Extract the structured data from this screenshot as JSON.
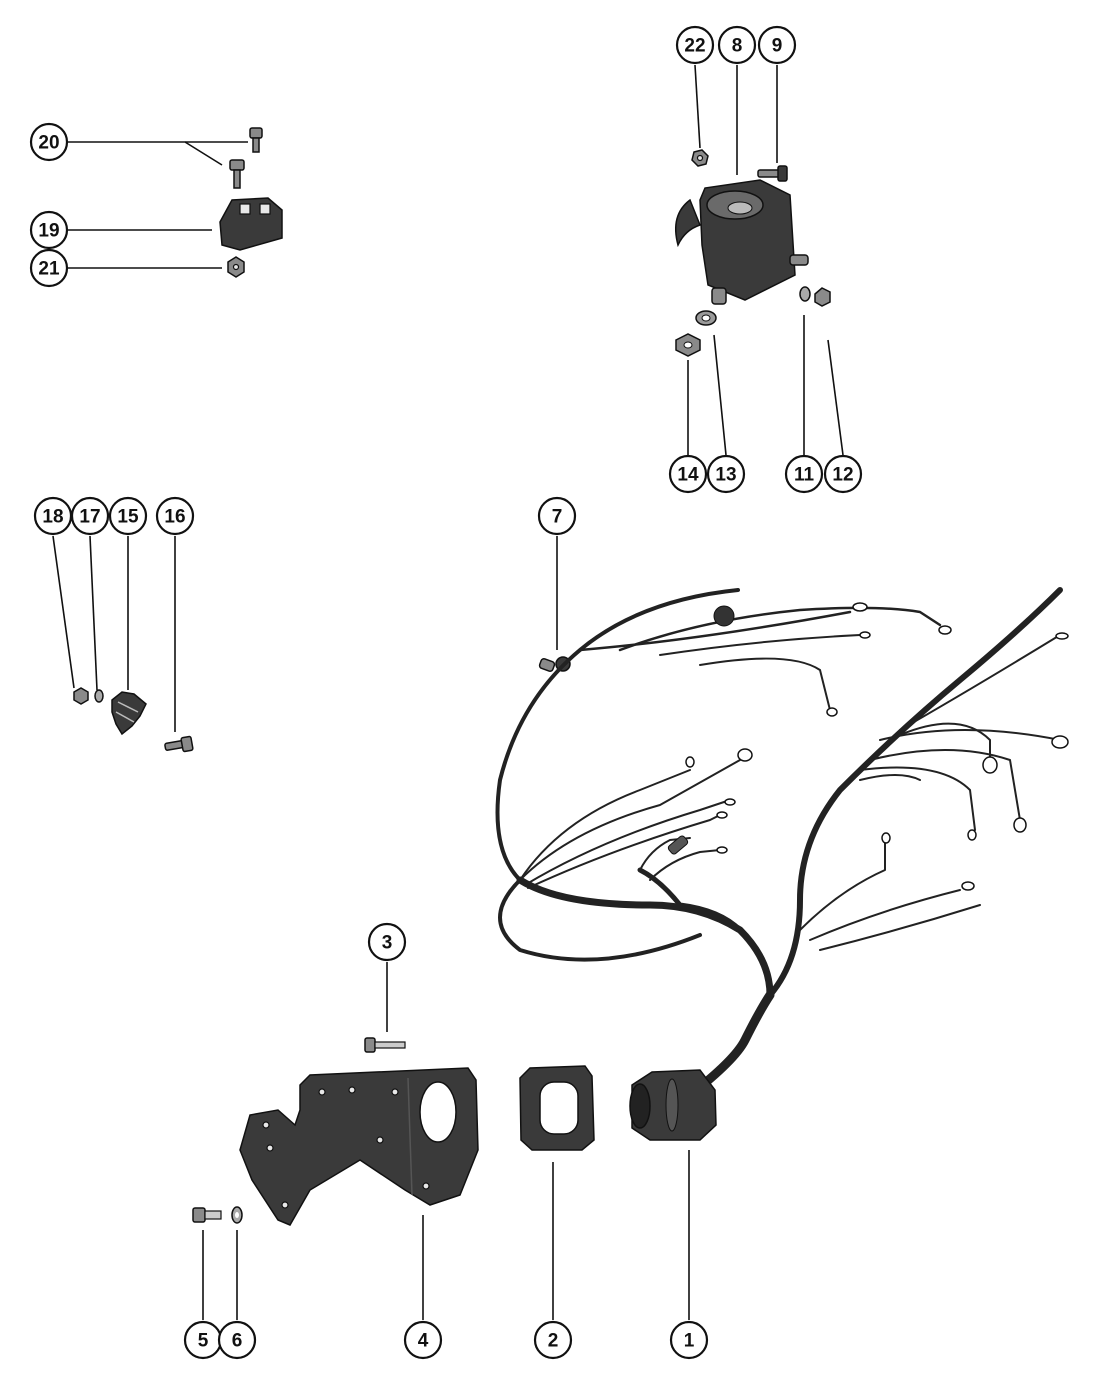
{
  "callouts": [
    {
      "id": "22",
      "label": "22"
    },
    {
      "id": "8",
      "label": "8"
    },
    {
      "id": "9",
      "label": "9"
    },
    {
      "id": "20",
      "label": "20"
    },
    {
      "id": "19",
      "label": "19"
    },
    {
      "id": "21",
      "label": "21"
    },
    {
      "id": "14",
      "label": "14"
    },
    {
      "id": "13",
      "label": "13"
    },
    {
      "id": "11",
      "label": "11"
    },
    {
      "id": "12",
      "label": "12"
    },
    {
      "id": "18",
      "label": "18"
    },
    {
      "id": "17",
      "label": "17"
    },
    {
      "id": "15",
      "label": "15"
    },
    {
      "id": "16",
      "label": "16"
    },
    {
      "id": "7",
      "label": "7"
    },
    {
      "id": "3",
      "label": "3"
    },
    {
      "id": "5",
      "label": "5"
    },
    {
      "id": "6",
      "label": "6"
    },
    {
      "id": "4",
      "label": "4"
    },
    {
      "id": "2",
      "label": "2"
    },
    {
      "id": "1",
      "label": "1"
    }
  ],
  "colors": {
    "ink": "#111111",
    "part": "#3a3a3a",
    "background": "#ffffff"
  }
}
